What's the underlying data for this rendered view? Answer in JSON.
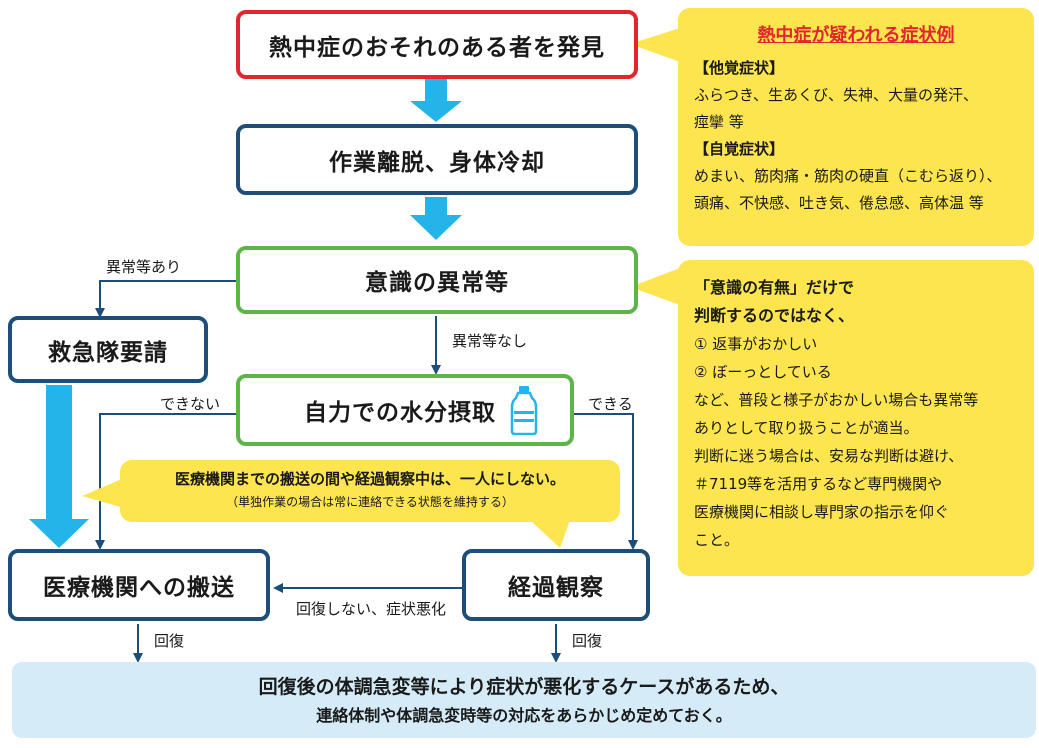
{
  "flow": {
    "discover": "熱中症のおそれのある者を発見",
    "cooling": "作業離脱、身体冷却",
    "consciousness": "意識の異常等",
    "ambulance": "救急隊要請",
    "hydration": "自力での水分摂取",
    "transport": "医療機関への搬送",
    "observation": "経過観察"
  },
  "labels": {
    "abnormal_yes": "異常等あり",
    "abnormal_no": "異常等なし",
    "cannot": "できない",
    "can": "できる",
    "not_recovered": "回復しない、症状悪化",
    "recover_left": "回復",
    "recover_right": "回復"
  },
  "symptoms": {
    "title": "熱中症が疑われる症状例",
    "objective_heading": "【他覚症状】",
    "objective_line1": "ふらつき、生あくび、失神、大量の発汗、",
    "objective_line2": "痙攣 等",
    "subjective_heading": "【自覚症状】",
    "subjective_line1": "めまい、筋肉痛・筋肉の硬直（こむら返り）、",
    "subjective_line2": "頭痛、不快感、吐き気、倦怠感、高体温 等"
  },
  "consciousness_note": {
    "line1": "「意識の有無」だけで",
    "line2": "判断するのではなく、",
    "item1": "① 返事がおかしい",
    "item2": "② ぼーっとしている",
    "line3": "など、普段と様子がおかしい場合も異常等",
    "line4": "ありとして取り扱うことが適当。",
    "line5": "判断に迷う場合は、安易な判断は避け、",
    "line6": "＃7119等を活用するなど専門機関や",
    "line7": "医療機関に相談し専門家の指示を仰ぐ",
    "line8": "こと。"
  },
  "middle_note": {
    "main": "医療機関までの搬送の間や経過観察中は、一人にしない。",
    "sub": "（単独作業の場合は常に連絡できる状態を維持する）"
  },
  "bottom_note": {
    "line1": "回復後の体調急変等により症状が悪化するケースがあるため、",
    "line2": "連絡体制や体調急変時等の対応をあらかじめ定めておく。"
  },
  "colors": {
    "red": "#e1262d",
    "navy": "#1d4e7a",
    "green": "#5cb546",
    "cyan_arrow": "#23b4ea",
    "yellow": "#fce54f",
    "light_blue": "#d5ecf8"
  }
}
